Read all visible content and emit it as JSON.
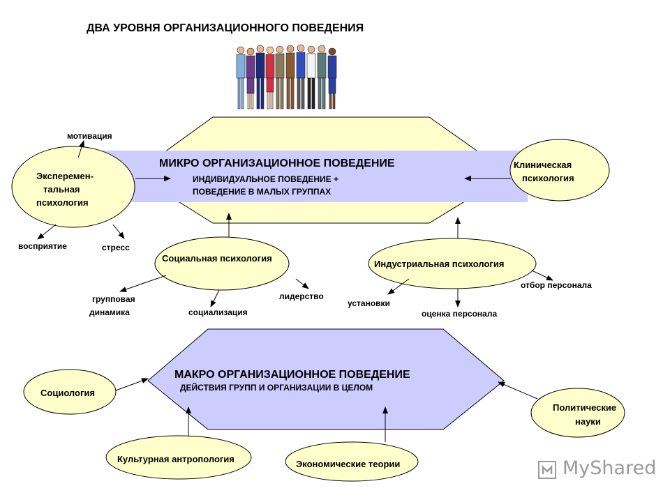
{
  "title": "ДВА  УРОВНЯ  ОРГАНИЗАЦИОННОГО   ПОВЕДЕНИЯ",
  "micro": {
    "heading": "МИКРО  ОРГАНИЗАЦИОННОЕ   ПОВЕДЕНИЕ",
    "line1": "ИНДИВИДУАЛЬНОЕ  ПОВЕДЕНИЕ  +",
    "line2": "ПОВЕДЕНИЕ  В  МАЛЫХ ГРУППАХ"
  },
  "macro": {
    "heading": "МАКРО ОРГАНИЗАЦИОННОЕ ПОВЕДЕНИЕ",
    "line1": "ДЕЙСТВИЯ  ГРУПП И ОРГАНИЗАЦИИ  В ЦЕЛОМ"
  },
  "nodes": {
    "experimental": [
      "Эксперемен-",
      "тальная",
      "психология"
    ],
    "clinical": [
      "Клиническая",
      "психология"
    ],
    "social": "Социальная психология",
    "industrial": "Индустриальная психология",
    "sociology": "Социология",
    "political": [
      "Политические",
      "науки"
    ],
    "cultural": "Культурная антропология",
    "economic": "Экономические теории"
  },
  "labels": {
    "motivation": "мотивация",
    "perception": "восприятие",
    "stress": "стресс",
    "group_dynamics": [
      "групповая",
      "динамика"
    ],
    "socialization": "социализация",
    "leadership": "лидерство",
    "attitudes": "установки",
    "selection": "отбор    персонала",
    "evaluation": "оценка  персонала"
  },
  "watermark": "MyShared",
  "colors": {
    "oval_fill": "#ffffcc",
    "octagon_fill": "#ffffcc",
    "band_fill": "#ccccff",
    "hexagon_fill": "#ccccff",
    "stroke": "#000000",
    "watermark": "#9a9a9a"
  }
}
